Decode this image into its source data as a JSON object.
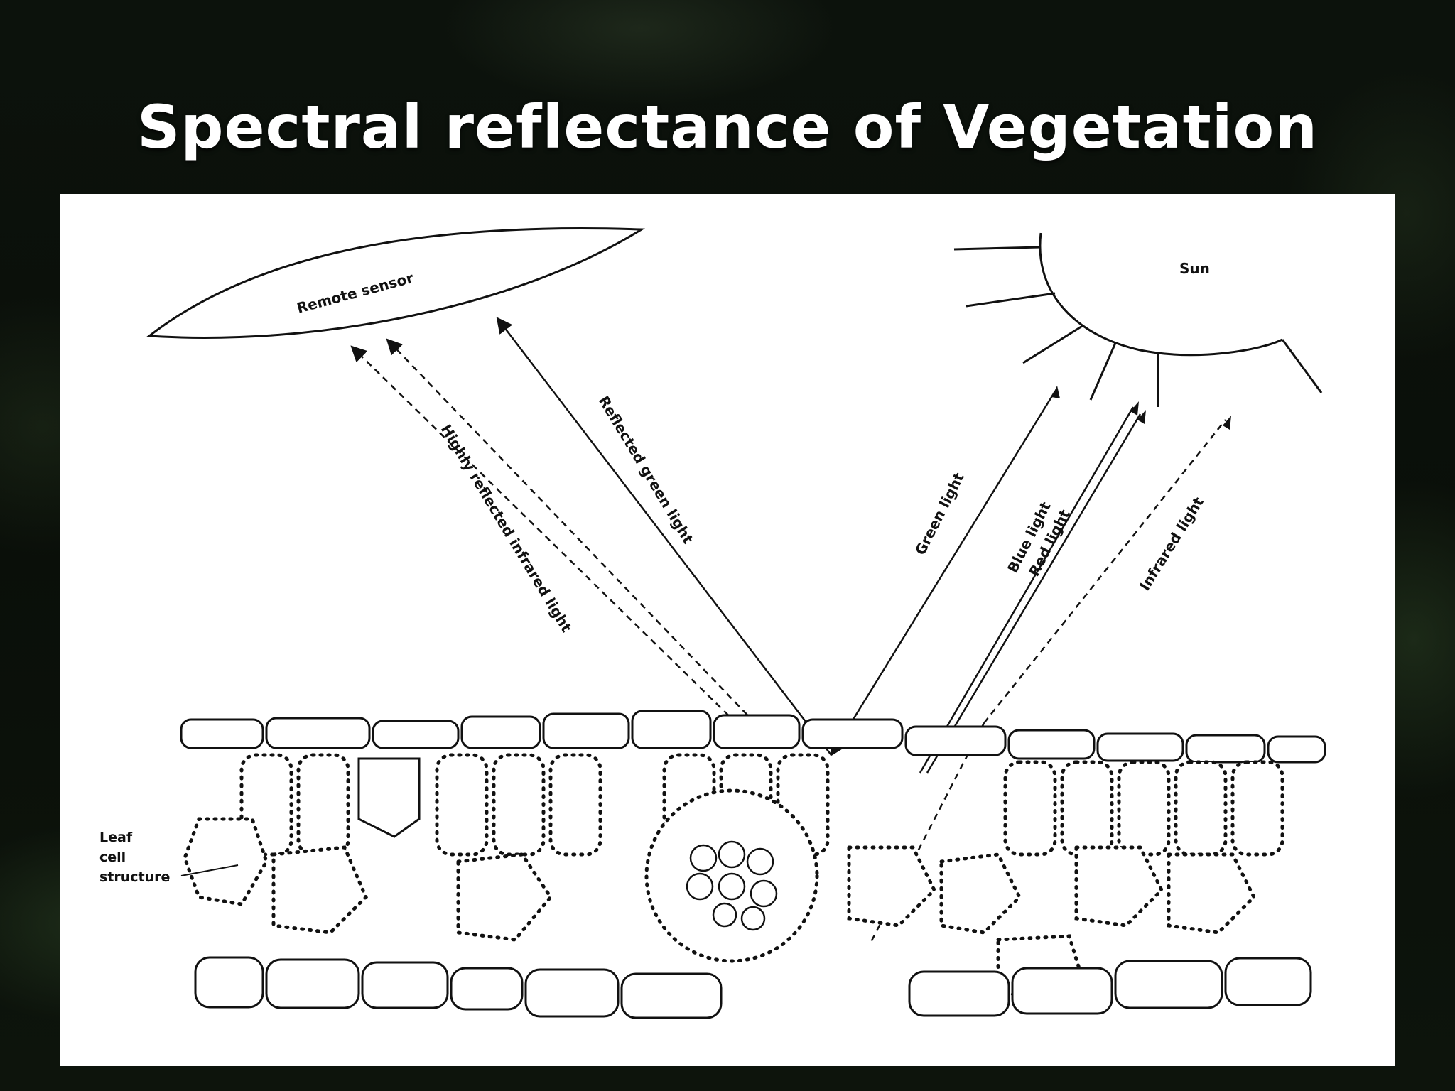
{
  "slide": {
    "title": "Spectral reflectance of Vegetation"
  },
  "diagram": {
    "sensor_label": "Remote sensor",
    "sun_label": "Sun",
    "incoming_labels": [
      "Green light",
      "Blue light",
      "Red light",
      "Infrared light"
    ],
    "reflected_labels": [
      "Highly reflected infrared light",
      "Reflected green light"
    ],
    "leaf_label_lines": [
      "Leaf",
      "cell",
      "structure"
    ]
  }
}
